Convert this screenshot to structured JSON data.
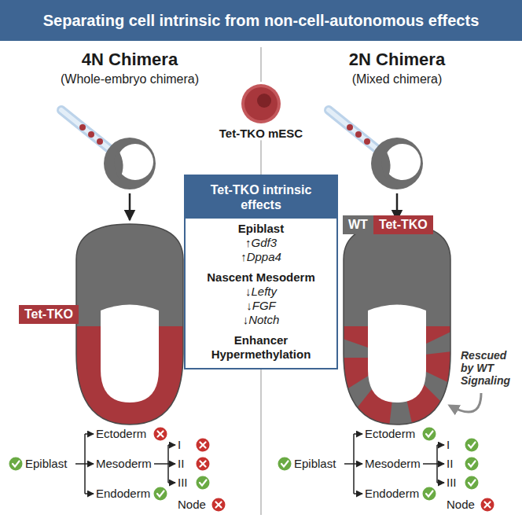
{
  "diagram": {
    "title": "Separating cell intrinsic from non-cell-autonomous effects",
    "nodes": [
      {
        "text": [
          "Tet-TKO intrinsic effects",
          "Epiblast",
          "↑Gdf3",
          "↑Dppa4",
          "Nascent Mesoderm",
          "↓Lefty",
          "↓FGF",
          "↓Notch",
          "Enhancer Hypermethylation"
        ]
      },
      {
        "text": [
          "Tet-TKO"
        ]
      },
      {
        "text": [
          "WT"
        ]
      },
      {
        "text": [
          "Tet-TKO"
        ]
      }
    ],
    "labels": [
      "4N Chimera",
      "(Whole-embryo chimera)",
      "2N Chimera",
      "(Mixed chimera)",
      "Tet-TKO mESC",
      "Rescued by WT Signaling",
      "Epiblast",
      "Ectoderm",
      "Mesoderm",
      "Endoderm",
      "I",
      "II",
      "III",
      "Node",
      "Epiblast",
      "Ectoderm",
      "Mesoderm",
      "Endoderm",
      "I",
      "II",
      "III",
      "Node"
    ]
  }
}
